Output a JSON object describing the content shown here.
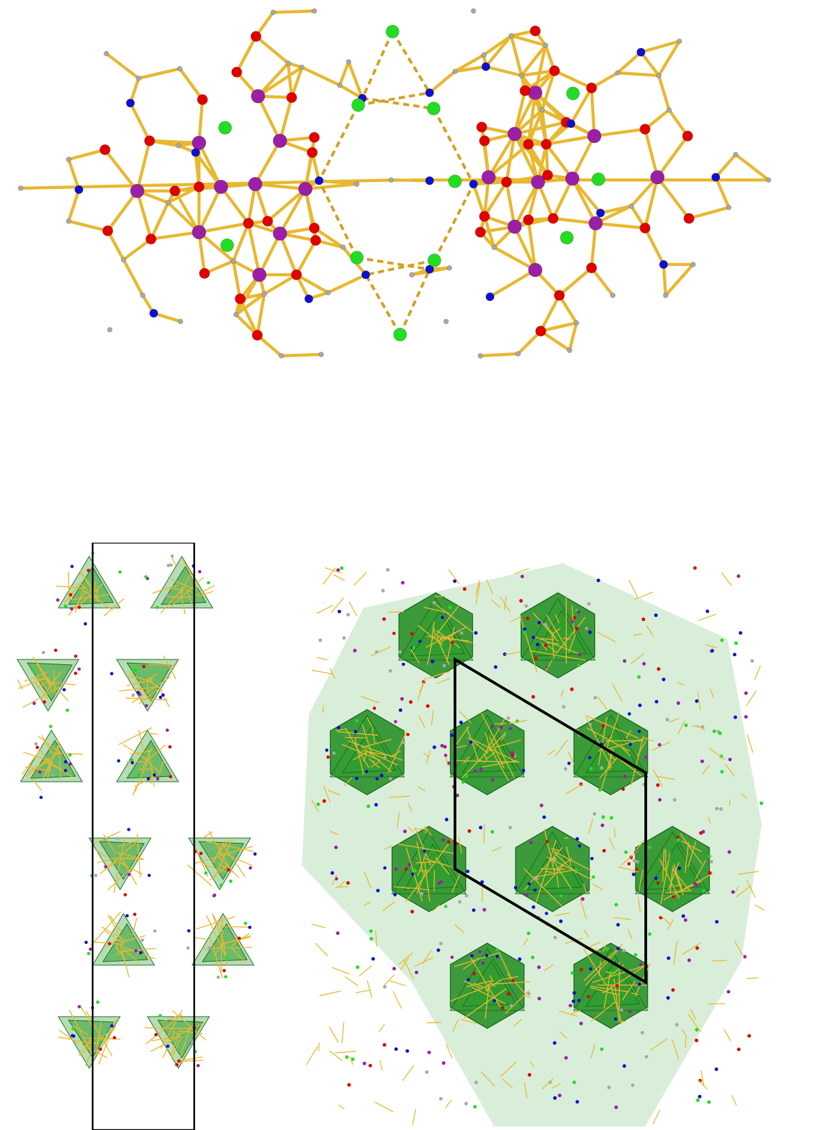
{
  "figure": {
    "panels": [
      {
        "id": "dimer-structure",
        "view": "ball-and-stick"
      },
      {
        "id": "packing-side-view",
        "view": "polyhedral",
        "unit_cell": "rectangle"
      },
      {
        "id": "packing-top-view",
        "view": "polyhedral",
        "unit_cell": "rhombus"
      }
    ],
    "atom_colors": {
      "metal": "#9b1fa6",
      "oxygen": "#e00000",
      "nitrogen": "#1010d0",
      "chlorine": "#22dd22",
      "carbon": "#a8a8a8",
      "bond": "#e8b830",
      "polyhedron": "#2e9e2e",
      "cell_edge": "#000000"
    }
  }
}
